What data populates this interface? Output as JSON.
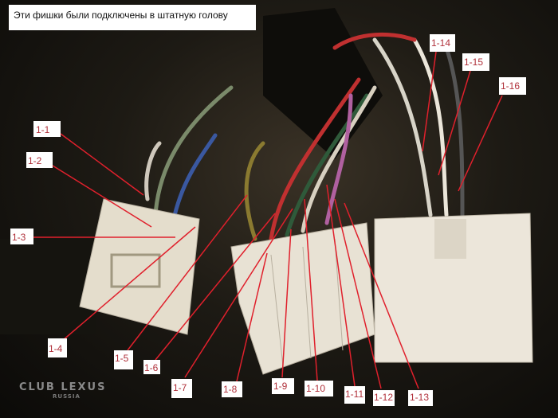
{
  "caption": "Эти фишки были подключены в штатную голову",
  "labels": [
    "1-1",
    "1-2",
    "1-3",
    "1-4",
    "1-5",
    "1-6",
    "1-7",
    "1-8",
    "1-9",
    "1-10",
    "1-11",
    "1-12",
    "1-13",
    "1-14",
    "1-15",
    "1-16"
  ],
  "watermark": {
    "line1": "CLUB LEXUS",
    "line2": "RUSSIA"
  },
  "colors": {
    "label_text": "#b0303a",
    "leader_line": "#e0202c",
    "connector": "#e8e2d4"
  }
}
